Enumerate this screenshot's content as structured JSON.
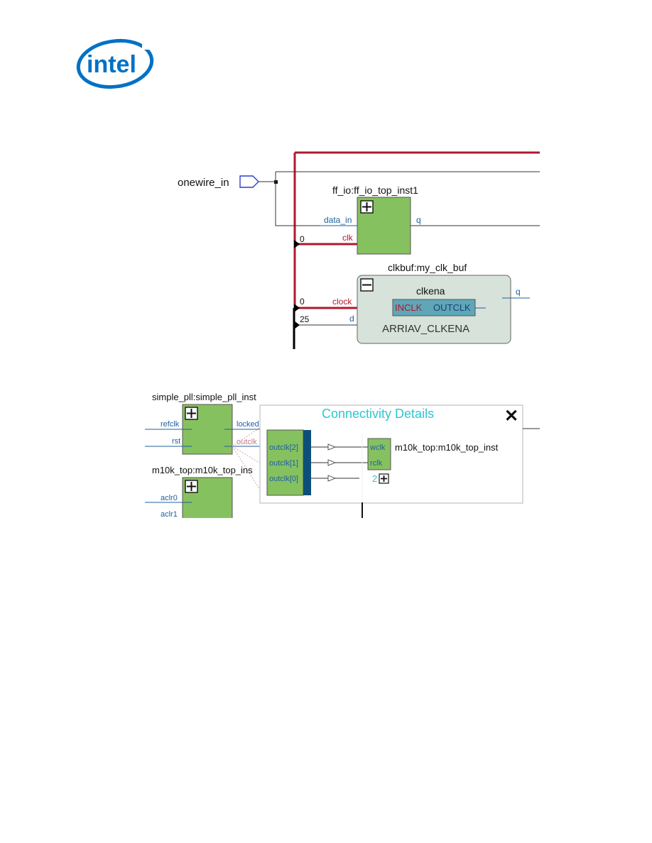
{
  "logo": {
    "text": "intel"
  },
  "figure1": {
    "input_port": "onewire_in",
    "ff_block": {
      "title": "ff_io:ff_io_top_inst1",
      "port_in": "data_in",
      "port_clk": "clk",
      "port_out": "q",
      "const_clk": "0"
    },
    "clkbuf_block": {
      "title": "clkbuf:my_clk_buf",
      "inner_title": "clkena",
      "inner_in": "INCLK",
      "inner_out": "OUTCLK",
      "primitive": "ARRIAV_CLKENA",
      "port_clock": "clock",
      "port_d": "d",
      "port_q": "q",
      "const_clock": "0",
      "const_d": "25"
    }
  },
  "figure2": {
    "pll_block": {
      "title": "simple_pll:simple_pll_inst",
      "port_refclk": "refclk",
      "port_rst": "rst",
      "port_locked": "locked",
      "port_outclk": "outclk"
    },
    "m10k_block": {
      "title": "m10k_top:m10k_top_ins",
      "port_aclr0": "aclr0",
      "port_aclr1": "aclr1"
    },
    "popup": {
      "title": "Connectivity Details",
      "close": "✕",
      "source_ports": [
        "outclk[2]",
        "outclk[1]",
        "outclk[0]"
      ],
      "dest_ports": [
        "wclk",
        "rclk"
      ],
      "dest_title": "m10k_top:m10k_top_inst",
      "more_count": "2"
    }
  },
  "colors": {
    "red_wire": "#b0182e",
    "blue_text": "#1f5f9f",
    "green_block": "#86c15f",
    "clkbuf_fill": "#d6e2da",
    "popup_title": "#2ec6cf",
    "bus_blue": "#0d4f7a"
  }
}
